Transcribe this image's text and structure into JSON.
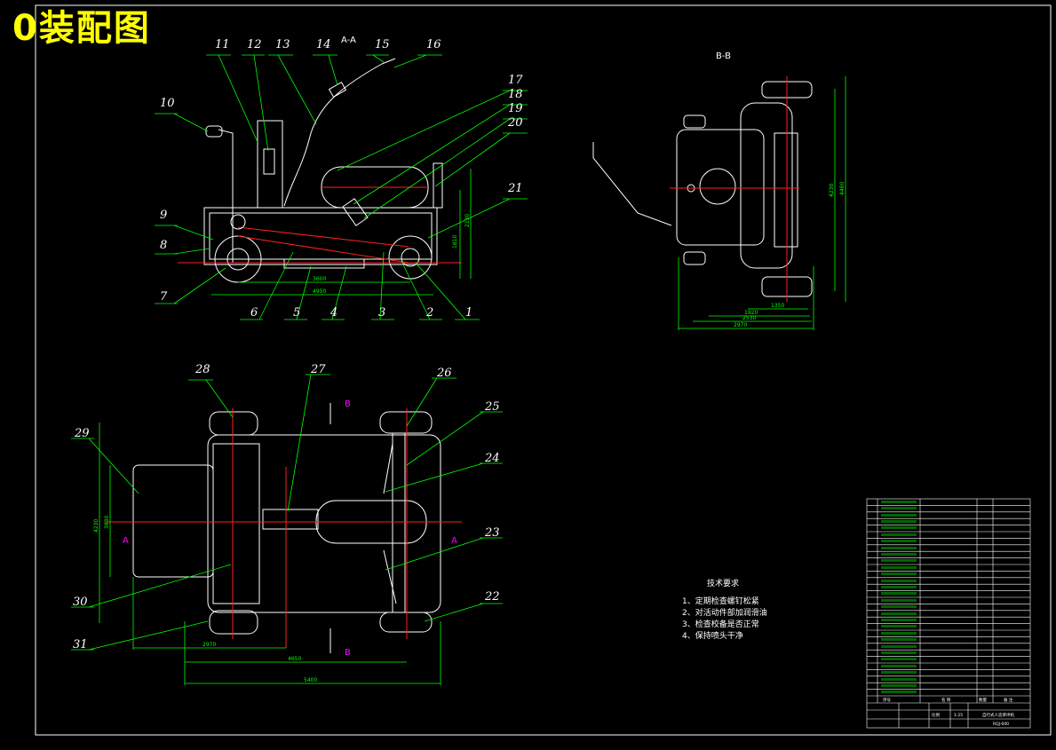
{
  "drawing": {
    "title": "0装配图",
    "section_aa": "A-A",
    "section_bb": "B-B",
    "section_marker_a": "A",
    "section_marker_b": "B"
  },
  "colors": {
    "background": "#000000",
    "outline": "#ffffff",
    "dimension": "#00ff00",
    "centerline": "#ff2020",
    "title": "#ffff00",
    "marker": "#ff00ff"
  },
  "part_numbers": [
    "1",
    "2",
    "3",
    "4",
    "5",
    "6",
    "7",
    "8",
    "9",
    "10",
    "11",
    "12",
    "13",
    "14",
    "15",
    "16",
    "17",
    "18",
    "19",
    "20",
    "21",
    "22",
    "23",
    "24",
    "25",
    "26",
    "27",
    "28",
    "29",
    "30",
    "31"
  ],
  "dimensions": {
    "side_length": "3600",
    "side_total": "4950",
    "side_h1": "1810",
    "side_h2": "2130",
    "bb_w1": "1350",
    "bb_w2": "1920",
    "bb_w3": "2530",
    "bb_w4": "2970",
    "bb_h1": "4230",
    "bb_h2": "4480",
    "plan_h1": "4230",
    "plan_h2": "3830",
    "plan_w1": "2970",
    "plan_w2": "4650",
    "plan_w3": "5400"
  },
  "technical_requirements": {
    "heading": "技术要求",
    "items": [
      "1、定期检查螺钉松紧",
      "2、对活动件部加润滑油",
      "3、检查校备是否正常",
      "4、保持喷头干净"
    ]
  },
  "title_block": {
    "headers": [
      "序号",
      "名 称",
      "数量",
      "备 注"
    ],
    "scale_label": "比例",
    "scale_value": "1:25",
    "drawing_name": "自行式人造草坪机",
    "drawing_code": "RQJ-000"
  }
}
